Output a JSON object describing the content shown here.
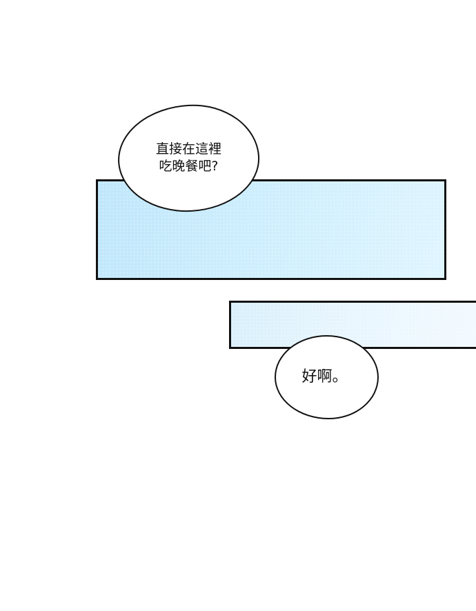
{
  "panels": [
    {
      "id": "top-panel",
      "color": "#cdeefd"
    },
    {
      "id": "bottom-panel",
      "color": "#e6f5fd"
    }
  ],
  "bubbles": {
    "question": {
      "line1": "直接在這裡",
      "line2": "吃晚餐吧?"
    },
    "answer": {
      "line1": "好啊。"
    }
  }
}
